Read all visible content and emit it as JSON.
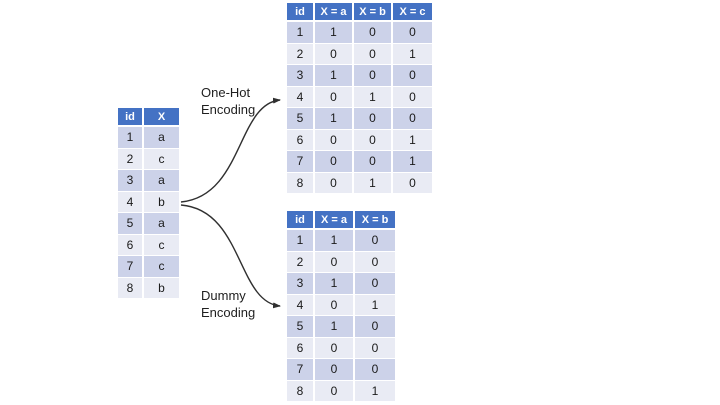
{
  "labels": {
    "one_hot": "One-Hot Encoding",
    "dummy": "Dummy Encoding"
  },
  "tables": {
    "source": {
      "headers": [
        "id",
        "X"
      ],
      "rows": [
        [
          "1",
          "a"
        ],
        [
          "2",
          "c"
        ],
        [
          "3",
          "a"
        ],
        [
          "4",
          "b"
        ],
        [
          "5",
          "a"
        ],
        [
          "6",
          "c"
        ],
        [
          "7",
          "c"
        ],
        [
          "8",
          "b"
        ]
      ]
    },
    "one_hot": {
      "headers": [
        "id",
        "X = a",
        "X = b",
        "X = c"
      ],
      "rows": [
        [
          "1",
          "1",
          "0",
          "0"
        ],
        [
          "2",
          "0",
          "0",
          "1"
        ],
        [
          "3",
          "1",
          "0",
          "0"
        ],
        [
          "4",
          "0",
          "1",
          "0"
        ],
        [
          "5",
          "1",
          "0",
          "0"
        ],
        [
          "6",
          "0",
          "0",
          "1"
        ],
        [
          "7",
          "0",
          "0",
          "1"
        ],
        [
          "8",
          "0",
          "1",
          "0"
        ]
      ]
    },
    "dummy": {
      "headers": [
        "id",
        "X = a",
        "X = b"
      ],
      "rows": [
        [
          "1",
          "1",
          "0"
        ],
        [
          "2",
          "0",
          "0"
        ],
        [
          "3",
          "1",
          "0"
        ],
        [
          "4",
          "0",
          "1"
        ],
        [
          "5",
          "1",
          "0"
        ],
        [
          "6",
          "0",
          "0"
        ],
        [
          "7",
          "0",
          "0"
        ],
        [
          "8",
          "0",
          "1"
        ]
      ]
    }
  },
  "colors": {
    "header_bg": "#4472C4",
    "row_odd": "#CCD2E9",
    "row_even": "#E9EBF4",
    "arrow": "#303030"
  }
}
